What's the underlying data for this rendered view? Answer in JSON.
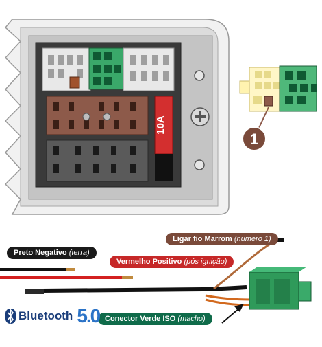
{
  "fuse": {
    "label": "10A"
  },
  "callout": {
    "number": "1"
  },
  "labels": {
    "brown": {
      "main": "Ligar fio Marrom",
      "note": "(numero 1)"
    },
    "black": {
      "main": "Preto Negativo",
      "note": "(terra)"
    },
    "red": {
      "main": "Vermelho Positivo",
      "note": "(pós ignição)"
    },
    "green": {
      "main": "Conector  Verde ISO",
      "note": "(macho)"
    }
  },
  "bluetooth": {
    "text": "Bluetooth",
    "version": "5.0"
  },
  "colors": {
    "brown_tag": "#7a4a3a",
    "black_tag": "#1a1a1a",
    "red_tag": "#c62828",
    "green_tag": "#0f6b4a",
    "green_connector": "#2f9a5a",
    "fuse_red": "#d32f2f",
    "brown_block": "#8d5a4a",
    "grey_block": "#5a5a5a"
  },
  "icons": [
    "phillips-screw-icon",
    "bluetooth-icon",
    "arrow-icon"
  ]
}
